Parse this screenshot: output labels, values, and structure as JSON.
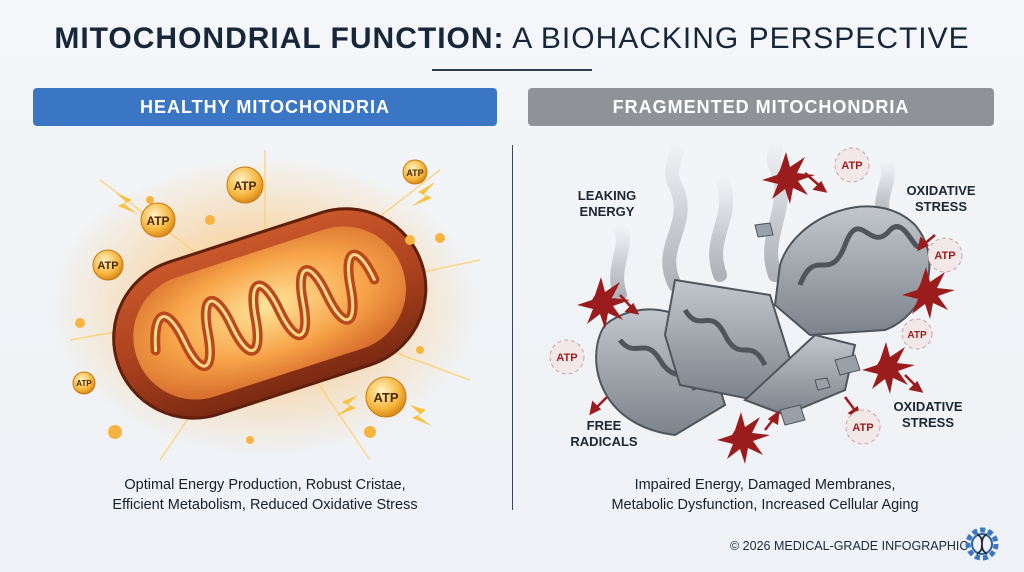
{
  "title": {
    "bold": "MITOCHONDRIAL FUNCTION:",
    "light": " A BIOHACKING PERSPECTIVE"
  },
  "panels": {
    "healthy": {
      "header": "HEALTHY MITOCHONDRIA",
      "caption_line1": "Optimal Energy Production, Robust Cristae,",
      "caption_line2": "Efficient Metabolism, Reduced Oxidative Stress",
      "atp_label": "ATP"
    },
    "fragmented": {
      "header": "FRAGMENTED MITOCHONDRIA",
      "caption_line1": "Impaired Energy, Damaged Membranes,",
      "caption_line2": "Metabolic Dysfunction, Increased Cellular Aging",
      "labels": {
        "leaking_1": "LEAKING",
        "leaking_2": "ENERGY",
        "oxidative_top_1": "OXIDATIVE",
        "oxidative_top_2": "STRESS",
        "oxidative_bottom_1": "OXIDATIVE",
        "oxidative_bottom_2": "STRESS",
        "free_1": "FREE",
        "free_2": "RADICALS"
      },
      "atp_label": "ATP"
    }
  },
  "footer": {
    "copyright": "© 2026 MEDICAL-GRADE INFOGRAPHIC"
  },
  "colors": {
    "healthy_header": "#3a76c4",
    "fragmented_header": "#8f9296",
    "radical_red": "#9b1c1c",
    "glow_orange": "#f6a623"
  }
}
